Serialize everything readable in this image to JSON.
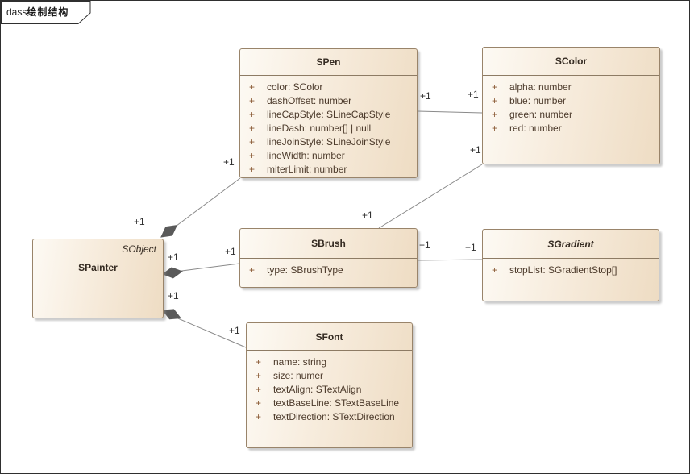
{
  "frame": {
    "label_prefix": "dass",
    "label_cjk": "绘制结构"
  },
  "classes": [
    {
      "name": "SPainter",
      "stereotype": "SObject",
      "abstract": false,
      "attributes": []
    },
    {
      "name": "SPen",
      "abstract": false,
      "attributes": [
        {
          "vis": "+",
          "text": "color: SColor"
        },
        {
          "vis": "+",
          "text": "dashOffset: number"
        },
        {
          "vis": "+",
          "text": "lineCapStyle: SLineCapStyle"
        },
        {
          "vis": "+",
          "text": "lineDash: number[] | null"
        },
        {
          "vis": "+",
          "text": "lineJoinStyle: SLineJoinStyle"
        },
        {
          "vis": "+",
          "text": "lineWidth: number"
        },
        {
          "vis": "+",
          "text": "miterLimit: number"
        }
      ]
    },
    {
      "name": "SColor",
      "abstract": false,
      "attributes": [
        {
          "vis": "+",
          "text": "alpha: number"
        },
        {
          "vis": "+",
          "text": "blue: number"
        },
        {
          "vis": "+",
          "text": "green: number"
        },
        {
          "vis": "+",
          "text": "red: number"
        }
      ]
    },
    {
      "name": "SBrush",
      "abstract": false,
      "attributes": [
        {
          "vis": "+",
          "text": "type: SBrushType"
        }
      ]
    },
    {
      "name": "SGradient",
      "abstract": true,
      "attributes": [
        {
          "vis": "+",
          "text": "stopList: SGradientStop[]"
        }
      ]
    },
    {
      "name": "SFont",
      "abstract": false,
      "attributes": [
        {
          "vis": "+",
          "text": "name: string"
        },
        {
          "vis": "+",
          "text": "size: numer"
        },
        {
          "vis": "+",
          "text": "textAlign: STextAlign"
        },
        {
          "vis": "+",
          "text": "textBaseLine: STextBaseLine"
        },
        {
          "vis": "+",
          "text": "textDirection: STextDirection"
        }
      ]
    }
  ],
  "connections": [
    {
      "from": "SPainter",
      "to": "SPen",
      "kind": "composition",
      "source_mult": "+1",
      "target_mult": "+1"
    },
    {
      "from": "SPainter",
      "to": "SBrush",
      "kind": "composition",
      "source_mult": "+1",
      "target_mult": "+1"
    },
    {
      "from": "SPainter",
      "to": "SFont",
      "kind": "composition",
      "source_mult": "+1",
      "target_mult": "+1"
    },
    {
      "from": "SPen",
      "to": "SColor",
      "kind": "association",
      "source_mult": "+1",
      "target_mult": "+1"
    },
    {
      "from": "SBrush",
      "to": "SColor",
      "kind": "association",
      "source_mult": "+1",
      "target_mult": "+1"
    },
    {
      "from": "SBrush",
      "to": "SGradient",
      "kind": "association",
      "source_mult": "+1",
      "target_mult": "+1"
    }
  ],
  "colors": {
    "box_fill_light": "#fdfaf4",
    "box_fill_dark": "#eedcc3",
    "box_border": "#99846a",
    "line": "#8a8a8a",
    "diamond": "#5a5a5a",
    "attr_text": "#4c3a2b",
    "frame_border": "#2f2f2f"
  }
}
